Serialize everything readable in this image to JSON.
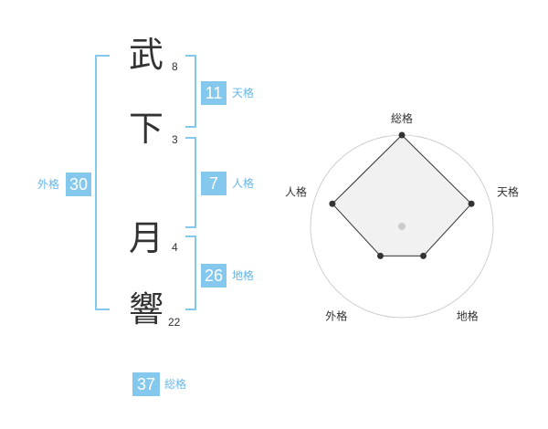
{
  "name_chars": [
    {
      "char": "武",
      "strokes": "8"
    },
    {
      "char": "下",
      "strokes": "3"
    },
    {
      "char": "月",
      "strokes": "4"
    },
    {
      "char": "響",
      "strokes": "22"
    }
  ],
  "kakusu": {
    "tenkaku": {
      "value": "11",
      "label": "天格"
    },
    "jinkaku": {
      "value": "7",
      "label": "人格"
    },
    "chikaku": {
      "value": "26",
      "label": "地格"
    },
    "gaikaku": {
      "value": "30",
      "label": "外格"
    },
    "soukaku": {
      "value": "37",
      "label": "総格"
    }
  },
  "colors": {
    "accent": "#85c8ee",
    "label_text": "#65b7ea",
    "radar_fill": "#eeeeee"
  },
  "chart_data": {
    "type": "radar",
    "axes": [
      "総格",
      "天格",
      "地格",
      "外格",
      "人格"
    ],
    "values": [
      5,
      4,
      2,
      2,
      4
    ],
    "max": 5,
    "rings": 4
  }
}
